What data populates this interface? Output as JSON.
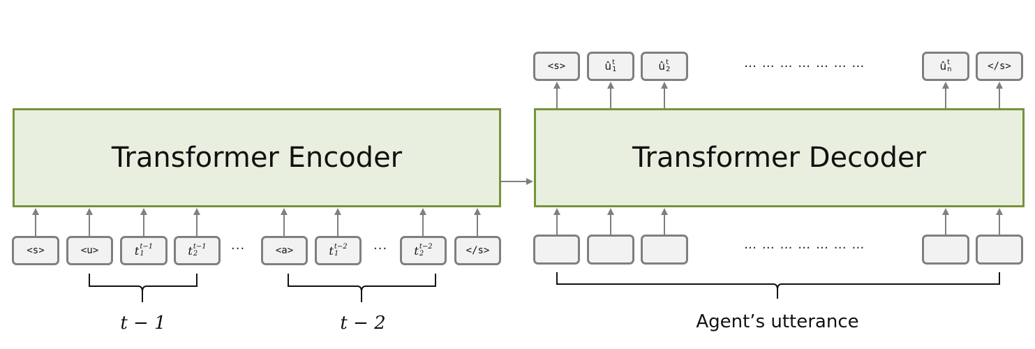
{
  "encoder": {
    "title": "Transformer Encoder"
  },
  "decoder": {
    "title": "Transformer Decoder"
  },
  "encoder_inputs": {
    "s_open": "<s>",
    "u": "<u>",
    "t1_base": "t",
    "t1_sup": "t−1",
    "t1_sub": "1",
    "t2_base": "t",
    "t2_sup": "t−1",
    "t2_sub": "2",
    "a": "<a>",
    "t3_base": "t",
    "t3_sup": "t−2",
    "t3_sub": "1",
    "t4_base": "t",
    "t4_sup": "t−2",
    "t4_sub": "2",
    "s_close": "</s>",
    "dots_1": "···",
    "dots_2": "···"
  },
  "decoder_outputs": {
    "s_open": "<s>",
    "u1_base": "û",
    "u1_sup": "t",
    "u1_sub": "1",
    "u2_base": "û",
    "u2_sup": "t",
    "u2_sub": "2",
    "un_base": "û",
    "un_sup": "t",
    "un_sub": "n",
    "s_close": "</s>",
    "dots": "… …  … … … … …"
  },
  "decoder_inputs": {
    "dots": "… …  … … … … …"
  },
  "group_labels": {
    "turn_1": "t − 1",
    "turn_2": "t − 2",
    "agent": "Agent’s utterance"
  },
  "colors": {
    "block_fill": "#e9efdf",
    "block_border": "#77933c",
    "token_fill": "#f2f2f2",
    "token_border": "#7f7f7f",
    "arrow": "#7f7f7f"
  }
}
